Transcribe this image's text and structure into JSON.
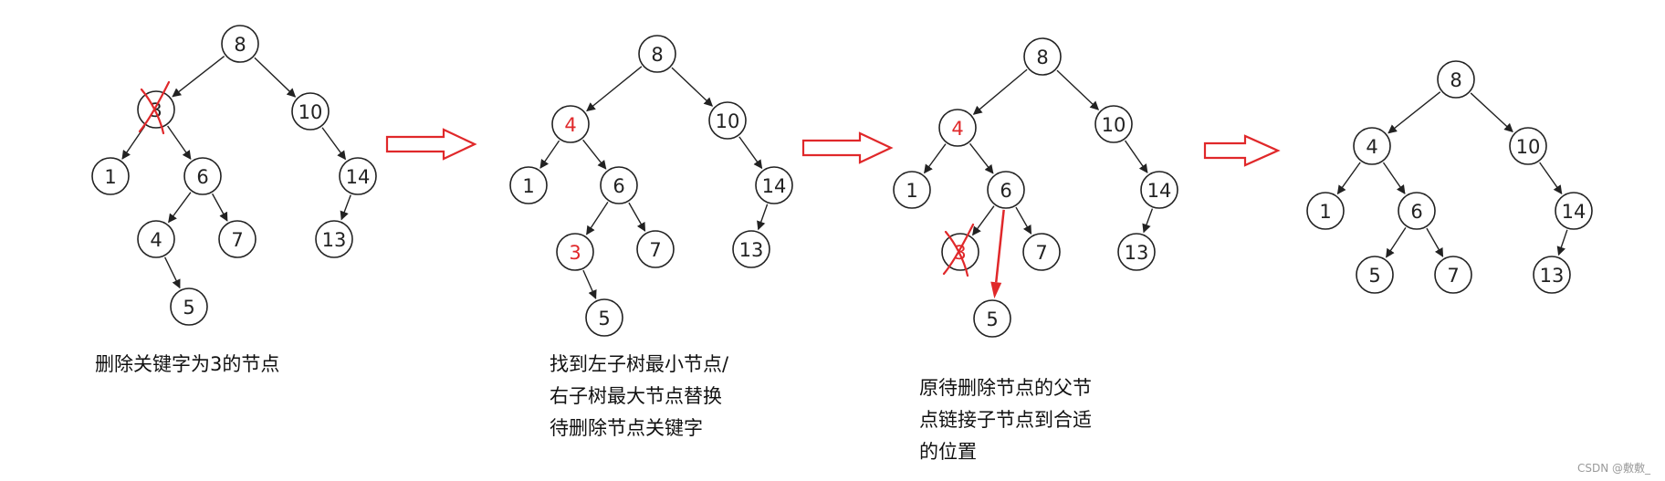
{
  "colors": {
    "highlight": "#e0282a",
    "node_stroke": "#222222",
    "text": "#111111"
  },
  "captions": [
    {
      "lines": [
        "删除关键字为3的节点"
      ]
    },
    {
      "lines": [
        "找到左子树最小节点/",
        "右子树最大节点替换",
        "待删除节点关键字"
      ]
    },
    {
      "lines": [
        "原待删除节点的父节",
        "点链接子节点到合适",
        "的位置"
      ]
    }
  ],
  "watermark": "CSDN @敷敷_",
  "panels": [
    {
      "nodes": [
        {
          "id": "n8",
          "label": "8"
        },
        {
          "id": "n3",
          "label": "3",
          "status": "crossed"
        },
        {
          "id": "n10",
          "label": "10"
        },
        {
          "id": "n1",
          "label": "1"
        },
        {
          "id": "n6",
          "label": "6"
        },
        {
          "id": "n14",
          "label": "14"
        },
        {
          "id": "n4",
          "label": "4"
        },
        {
          "id": "n7",
          "label": "7"
        },
        {
          "id": "n13",
          "label": "13"
        },
        {
          "id": "n5",
          "label": "5"
        }
      ],
      "edges": [
        [
          "n8",
          "n3"
        ],
        [
          "n8",
          "n10"
        ],
        [
          "n3",
          "n1"
        ],
        [
          "n3",
          "n6"
        ],
        [
          "n10",
          "n14"
        ],
        [
          "n6",
          "n4"
        ],
        [
          "n6",
          "n7"
        ],
        [
          "n14",
          "n13"
        ],
        [
          "n4",
          "n5"
        ]
      ]
    },
    {
      "nodes": [
        {
          "id": "n8",
          "label": "8"
        },
        {
          "id": "n4",
          "label": "4",
          "status": "highlight"
        },
        {
          "id": "n10",
          "label": "10"
        },
        {
          "id": "n1",
          "label": "1"
        },
        {
          "id": "n6",
          "label": "6"
        },
        {
          "id": "n14",
          "label": "14"
        },
        {
          "id": "n3",
          "label": "3",
          "status": "highlight"
        },
        {
          "id": "n7",
          "label": "7"
        },
        {
          "id": "n13",
          "label": "13"
        },
        {
          "id": "n5",
          "label": "5"
        }
      ],
      "edges": [
        [
          "n8",
          "n4"
        ],
        [
          "n8",
          "n10"
        ],
        [
          "n4",
          "n1"
        ],
        [
          "n4",
          "n6"
        ],
        [
          "n10",
          "n14"
        ],
        [
          "n6",
          "n3"
        ],
        [
          "n6",
          "n7"
        ],
        [
          "n14",
          "n13"
        ],
        [
          "n3",
          "n5"
        ]
      ]
    },
    {
      "nodes": [
        {
          "id": "n8",
          "label": "8"
        },
        {
          "id": "n4",
          "label": "4",
          "status": "highlight"
        },
        {
          "id": "n10",
          "label": "10"
        },
        {
          "id": "n1",
          "label": "1"
        },
        {
          "id": "n6",
          "label": "6"
        },
        {
          "id": "n14",
          "label": "14"
        },
        {
          "id": "n3",
          "label": "3",
          "status": "crossed-highlight"
        },
        {
          "id": "n7",
          "label": "7"
        },
        {
          "id": "n13",
          "label": "13"
        },
        {
          "id": "n5",
          "label": "5"
        }
      ],
      "edges": [
        [
          "n8",
          "n4"
        ],
        [
          "n8",
          "n10"
        ],
        [
          "n4",
          "n1"
        ],
        [
          "n4",
          "n6"
        ],
        [
          "n10",
          "n14"
        ],
        [
          "n6",
          "n3"
        ],
        [
          "n6",
          "n7"
        ],
        [
          "n14",
          "n13"
        ]
      ],
      "relink": [
        "n6",
        "n5"
      ]
    },
    {
      "nodes": [
        {
          "id": "n8",
          "label": "8"
        },
        {
          "id": "n4",
          "label": "4"
        },
        {
          "id": "n10",
          "label": "10"
        },
        {
          "id": "n1",
          "label": "1"
        },
        {
          "id": "n6",
          "label": "6"
        },
        {
          "id": "n14",
          "label": "14"
        },
        {
          "id": "n5",
          "label": "5"
        },
        {
          "id": "n7",
          "label": "7"
        },
        {
          "id": "n13",
          "label": "13"
        }
      ],
      "edges": [
        [
          "n8",
          "n4"
        ],
        [
          "n8",
          "n10"
        ],
        [
          "n4",
          "n1"
        ],
        [
          "n4",
          "n6"
        ],
        [
          "n10",
          "n14"
        ],
        [
          "n6",
          "n5"
        ],
        [
          "n6",
          "n7"
        ],
        [
          "n14",
          "n13"
        ]
      ]
    }
  ]
}
